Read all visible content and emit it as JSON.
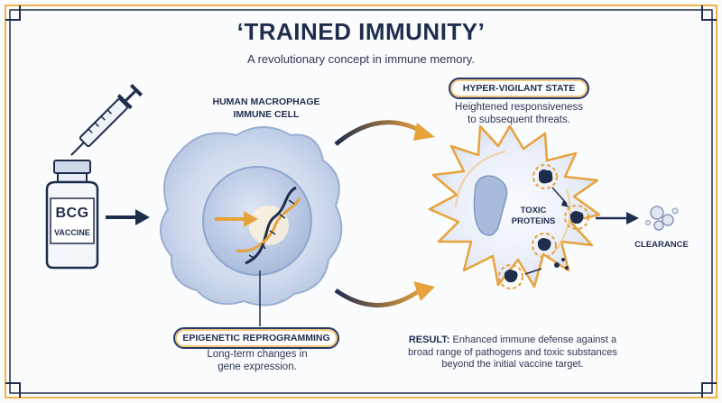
{
  "title": "‘TRAINED IMMUNITY’",
  "subtitle": "A revolutionary concept in immune memory.",
  "cell_label_line1": "HUMAN MACROPHAGE",
  "cell_label_line2": "IMMUNE CELL",
  "vaccine": {
    "brand": "BCG",
    "label": "VACCINE"
  },
  "hyper_vigilant": {
    "label": "HYPER-VIGILANT STATE",
    "desc_line1": "Heightened responsiveness",
    "desc_line2": "to subsequent threats."
  },
  "epigenetic": {
    "label": "EPIGENETIC REPROGRAMMING",
    "desc_line1": "Long-term changes in",
    "desc_line2": "gene expression."
  },
  "toxic_line1": "TOXIC",
  "toxic_line2": "PROTEINS",
  "clearance": "CLEARANCE",
  "result": {
    "prefix": "RESULT:",
    "line1": " Enhanced immune defense against a",
    "line2": "broad range of pathogens and toxic substances",
    "line3": "beyond the initial vaccine target."
  },
  "colors": {
    "navy": "#1f2d4d",
    "accent_orange": "#e8a23c",
    "cell_blue": "#c9d6ec",
    "frame_orange": "#f0b24a"
  }
}
